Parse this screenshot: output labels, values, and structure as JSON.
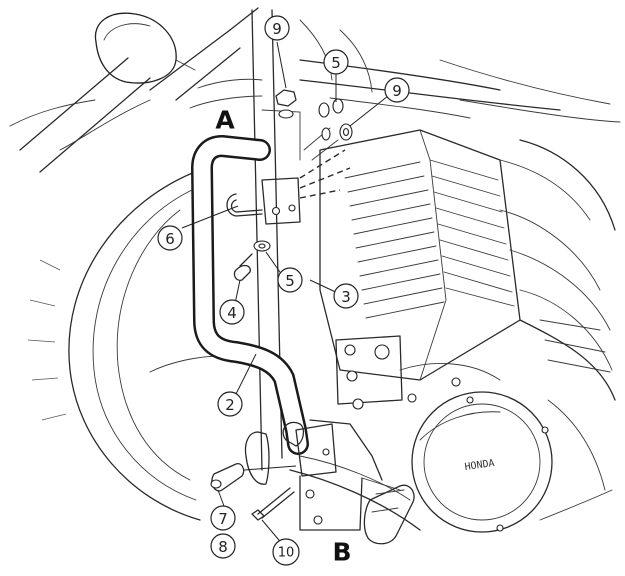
{
  "diagram": {
    "labels": {
      "top_letter": "A",
      "bottom_letter": "B"
    },
    "callouts": [
      {
        "id": "c9a",
        "text": "9"
      },
      {
        "id": "c5a",
        "text": "5"
      },
      {
        "id": "c9b",
        "text": "9"
      },
      {
        "id": "c6",
        "text": "6"
      },
      {
        "id": "c5b",
        "text": "5"
      },
      {
        "id": "c3",
        "text": "3"
      },
      {
        "id": "c4",
        "text": "4"
      },
      {
        "id": "c2",
        "text": "2"
      },
      {
        "id": "c7",
        "text": "7"
      },
      {
        "id": "c8",
        "text": "8"
      },
      {
        "id": "c10",
        "text": "10"
      }
    ],
    "cover_lettering": "HONDA"
  }
}
